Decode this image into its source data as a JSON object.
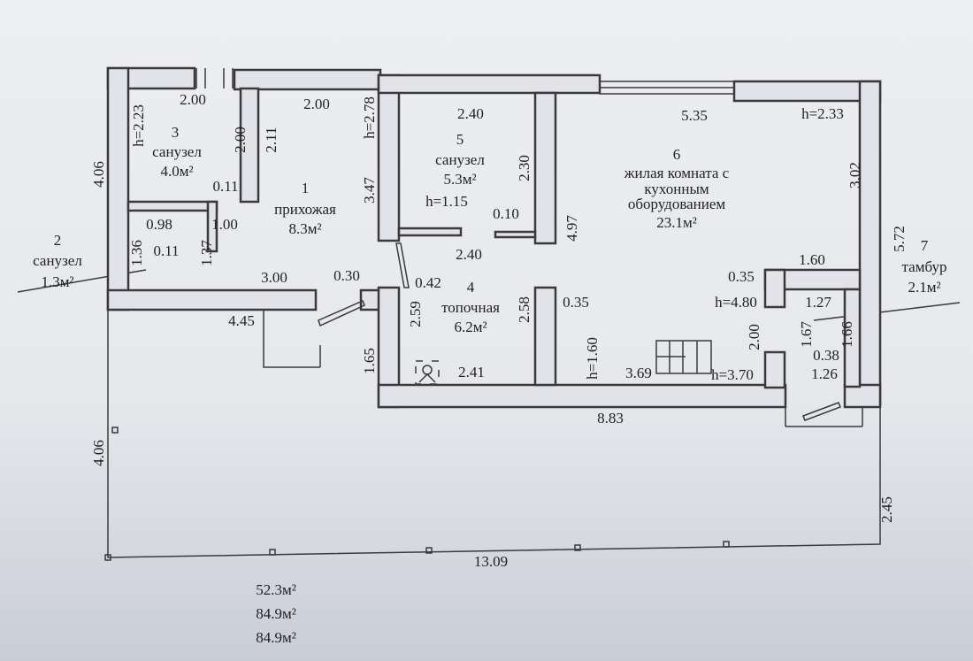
{
  "rooms": [
    {
      "num": "1",
      "name": "прихожая",
      "area": "8.3м²"
    },
    {
      "num": "2",
      "name": "санузел",
      "area": "1.3м²"
    },
    {
      "num": "3",
      "name": "санузел",
      "area": "4.0м²"
    },
    {
      "num": "4",
      "name": "топочная",
      "area": "6.2м²"
    },
    {
      "num": "5",
      "name": "санузел",
      "area": "5.3м²"
    },
    {
      "num": "6",
      "name": "жилая комната с",
      "name2": "кухонным",
      "name3": "оборудованием",
      "area": "23.1м²"
    },
    {
      "num": "7",
      "name": "тамбур",
      "area": "2.1м²"
    }
  ],
  "dims": {
    "d_4_06_left": "4.06",
    "h_2_23": "h=2.23",
    "d_2_00_r3v": "2.00",
    "d_2_11": "2.11",
    "h_2_78": "h=2.78",
    "d_3_47": "3.47",
    "d_1_36": "1.36",
    "d_1_37": "1.37",
    "d_2_30": "2.30",
    "d_4_97": "4.97",
    "d_3_02": "3.02",
    "d_5_72": "5.72",
    "d_2_59": "2.59",
    "d_2_58": "2.58",
    "d_1_65": "1.65",
    "h_1_60": "h=1.60",
    "d_2_00_t": "2.00",
    "d_1_67": "1.67",
    "d_1_66": "1.66",
    "d_4_06_plot": "4.06",
    "d_2_45": "2.45",
    "d_2_00_r3": "2.00",
    "d_2_00_r1": "2.00",
    "d_2_40_top": "2.40",
    "d_5_35": "5.35",
    "h_2_33": "h=2.33",
    "d_0_11_a": "0.11",
    "d_0_98": "0.98",
    "d_1_00": "1.00",
    "d_0_11_b": "0.11",
    "d_3_00": "3.00",
    "d_0_30": "0.30",
    "d_0_42": "0.42",
    "d_4_45": "4.45",
    "h_1_15": "h=1.15",
    "d_0_10": "0.10",
    "d_2_40_bot": "2.40",
    "d_1_60": "1.60",
    "d_0_35_a": "0.35",
    "h_4_80": "h=4.80",
    "d_1_27": "1.27",
    "d_0_35_b": "0.35",
    "d_2_41": "2.41",
    "d_3_69": "3.69",
    "h_3_70": "h=3.70",
    "d_0_38": "0.38",
    "d_1_26": "1.26",
    "d_8_83": "8.83",
    "d_13_09": "13.09"
  },
  "totals": [
    "52.3м²",
    "84.9м²",
    "84.9м²"
  ]
}
